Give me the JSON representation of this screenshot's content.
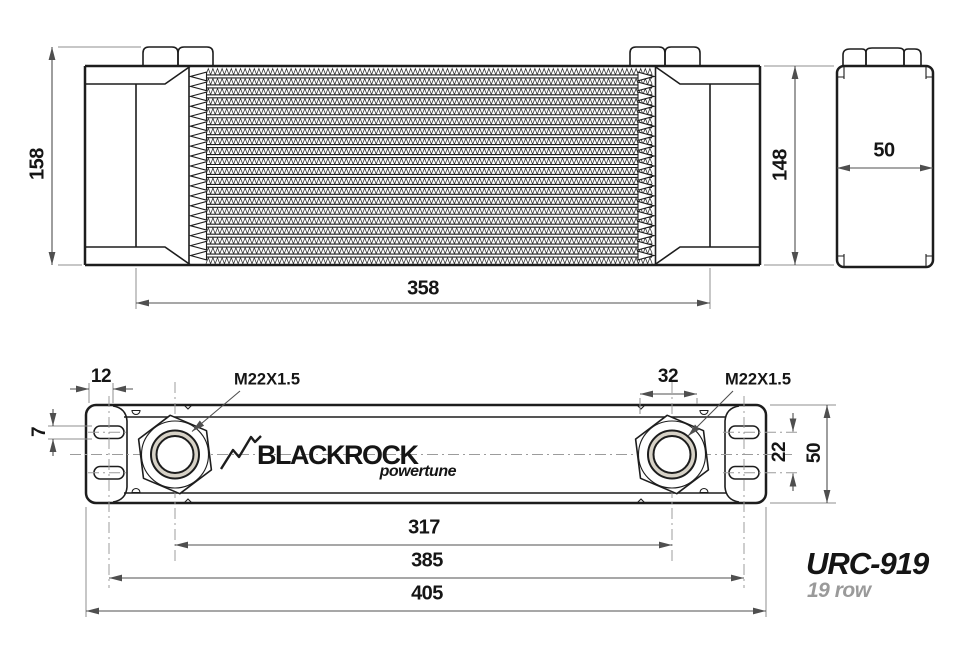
{
  "drawing": {
    "brand": "BLACKROCK",
    "brand_sub": "powertune",
    "model": "URC-919",
    "variant": "19 row",
    "rows": 19
  },
  "ports": {
    "thread_left": "M22X1.5",
    "thread_right": "M22X1.5"
  },
  "dimensions": {
    "front_height_overall": "158",
    "front_core_height": "148",
    "front_core_width": "358",
    "side_depth": "50",
    "bottom_edge_to_slot": "12",
    "bottom_port_to_end": "32",
    "bottom_slot_width": "7",
    "bottom_slot_pitch": "22",
    "bottom_plate_width": "50",
    "bottom_port_spacing": "317",
    "bottom_slot_spacing": "385",
    "bottom_overall_length": "405"
  },
  "colors": {
    "line": "#1d1d1d",
    "dim_line": "#4f4f4f",
    "ext_line": "#8f8f8f",
    "centerline": "#9c9c9c",
    "thread_ring": "#d7d2c7",
    "text": "#151515",
    "muted_text": "#9a9a9a",
    "background": "#ffffff"
  }
}
